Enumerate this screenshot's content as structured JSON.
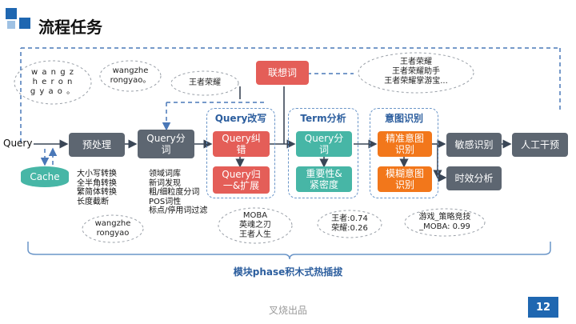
{
  "title": "流程任务",
  "query_label": "Query",
  "cache_label": "Cache",
  "modules": {
    "preprocess": "预处理",
    "segment": "Query分\n词",
    "rewrite": "Query纠\n错",
    "expand": "Query归\n一&扩展",
    "association": "联想词",
    "term_seg": "Query分\n词",
    "importance": "重要性&\n紧密度",
    "precise_intent": "精准意图\n识别",
    "fuzzy_intent": "模糊意图\n识别",
    "sensitive": "敏感识别",
    "manual": "人工干预",
    "timeliness": "时效分析"
  },
  "groups": {
    "query_rewrite": "Query改写",
    "term_analysis": "Term分析",
    "intent": "意图识别"
  },
  "lists": {
    "preprocess": [
      "大小写转换",
      "全半角转换",
      "繁简体转换",
      "长度截断"
    ],
    "segment": [
      "领域词库",
      "新词发现",
      "粗/细粒度分词",
      "POS词性",
      "标点/停用词过滤"
    ]
  },
  "notes": {
    "pinyin": [
      "w a n g z",
      "h e r o n",
      "g y a o 。"
    ],
    "wangzhe": [
      "wangzhe",
      "rongyao。"
    ],
    "wangzhe_rongyao": [
      "王者荣耀"
    ],
    "association_examples": [
      "王者荣耀",
      "王者荣耀助手",
      "王者荣耀掌游宝..."
    ],
    "segment_example": [
      "wangzhe",
      "rongyao"
    ],
    "expand_examples": [
      "MOBA",
      "英魂之刃",
      "王者人生"
    ],
    "weights": [
      "王者:0.74",
      "荣耀:0.26"
    ],
    "intent_example": [
      "游戏_策略竞技",
      "_MOBA: 0.99"
    ]
  },
  "bottom_text": "模块phase积木式热插拔",
  "footer": "叉烧出品",
  "page_number": "12"
}
